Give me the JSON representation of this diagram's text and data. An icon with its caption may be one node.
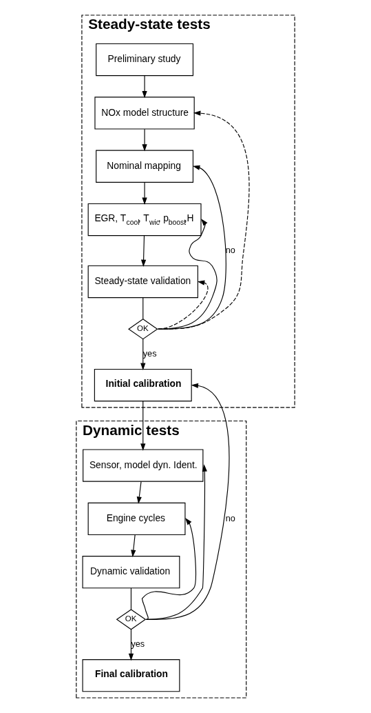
{
  "diagram": {
    "nodes": [
      {
        "text": [
          "Steady-state tests"
        ]
      },
      {
        "text": [
          "Preliminary study"
        ],
        "in": 0
      },
      {
        "text": [
          "NOx model structure"
        ],
        "in": 0
      },
      {
        "text": [
          "Nominal mapping"
        ],
        "in": 0
      },
      {
        "text": [
          "EGR, T$_{cool}$, T$_{wic}$, p$_{boost}$,H"
        ],
        "in": 0
      },
      {
        "text": [
          "Steady-state validation"
        ],
        "in": 0
      },
      {
        "text": [
          "OK"
        ],
        "in": 0
      },
      {
        "text": [
          "Initial calibration"
        ],
        "in": 0
      },
      {
        "text": [
          "Dynamic tests"
        ]
      },
      {
        "text": [
          "Sensor, model dyn. Ident."
        ],
        "in": 8
      },
      {
        "text": [
          "Engine cycles"
        ],
        "in": 8
      },
      {
        "text": [
          "Dynamic validation"
        ],
        "in": 8
      },
      {
        "text": [
          "OK"
        ],
        "in": 8
      },
      {
        "text": [
          "Final calibration"
        ],
        "in": 8
      }
    ],
    "edges": [
      {
        "from": 1,
        "to": 2,
        "arrow": "to"
      },
      {
        "from": 2,
        "to": 3,
        "arrow": "to"
      },
      {
        "from": 3,
        "to": 4,
        "arrow": "to"
      },
      {
        "from": 4,
        "to": 5,
        "arrow": "to"
      },
      {
        "from": 5,
        "to": 6,
        "arrow": "none"
      },
      {
        "from": 6,
        "to": 7,
        "arrow": "to",
        "label": "yes"
      },
      {
        "from": 6,
        "to": 3,
        "arrow": "to",
        "label": "no"
      },
      {
        "from": 6,
        "to": 4,
        "arrow": "to"
      },
      {
        "from": 6,
        "to": 2,
        "arrow": "to",
        "style": "dashed"
      },
      {
        "from": 6,
        "to": 5,
        "arrow": "to",
        "style": "dashed"
      },
      {
        "from": 7,
        "to": 9,
        "arrow": "to"
      },
      {
        "from": 9,
        "to": 10,
        "arrow": "to"
      },
      {
        "from": 10,
        "to": 11,
        "arrow": "to"
      },
      {
        "from": 11,
        "to": 12,
        "arrow": "none"
      },
      {
        "from": 12,
        "to": 13,
        "arrow": "to",
        "label": "yes"
      },
      {
        "from": 12,
        "to": 7,
        "arrow": "to",
        "label": "no"
      },
      {
        "from": 12,
        "to": 9,
        "arrow": "to"
      },
      {
        "from": 12,
        "to": 10,
        "arrow": "to"
      }
    ]
  }
}
